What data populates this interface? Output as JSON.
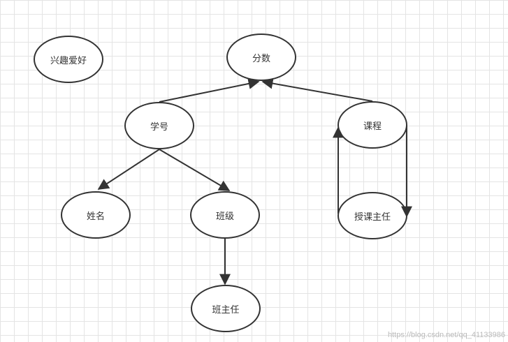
{
  "nodes": {
    "interest": "兴趣爱好",
    "score": "分数",
    "student_id": "学号",
    "course": "课程",
    "name": "姓名",
    "class": "班级",
    "head_teacher": "班主任",
    "course_teacher": "授课主任"
  },
  "edges": [
    {
      "from": "student_id",
      "to": "score"
    },
    {
      "from": "course",
      "to": "score"
    },
    {
      "from": "student_id",
      "to": "name"
    },
    {
      "from": "student_id",
      "to": "class"
    },
    {
      "from": "class",
      "to": "head_teacher"
    },
    {
      "from": "course_teacher",
      "to": "course"
    },
    {
      "from": "course",
      "to": "course_teacher"
    }
  ],
  "watermark": "https://blog.csdn.net/qq_41133986",
  "colors": {
    "stroke": "#333333",
    "grid": "#e4e4e4",
    "background": "#ffffff"
  }
}
